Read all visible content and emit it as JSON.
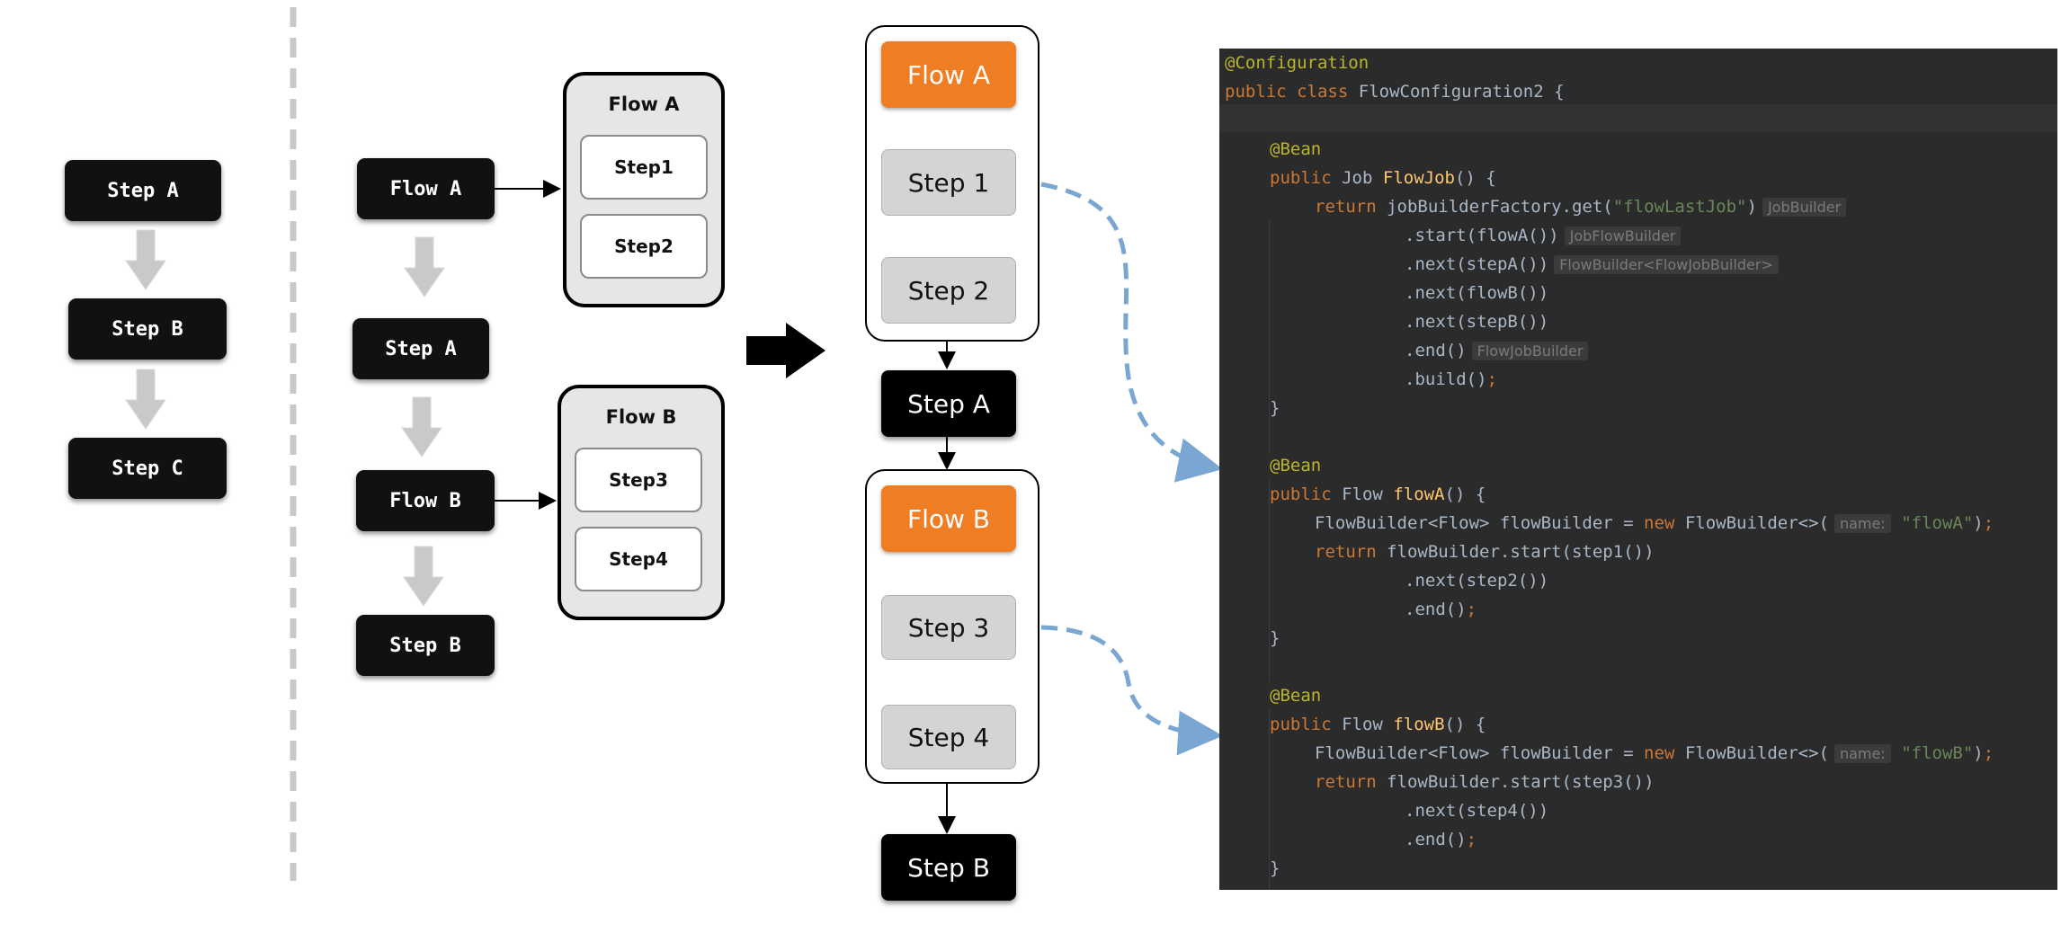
{
  "left": {
    "steps": [
      "Step A",
      "Step B",
      "Step C"
    ]
  },
  "middle": {
    "seq": [
      "Flow A",
      "Step A",
      "Flow B",
      "Step B"
    ],
    "flowA": {
      "title": "Flow A",
      "steps": [
        "Step1",
        "Step2"
      ]
    },
    "flowB": {
      "title": "Flow B",
      "steps": [
        "Step3",
        "Step4"
      ]
    }
  },
  "right": {
    "flowA": {
      "title": "Flow A",
      "steps": [
        "Step 1",
        "Step 2"
      ]
    },
    "stepA": "Step A",
    "flowB": {
      "title": "Flow B",
      "steps": [
        "Step 3",
        "Step 4"
      ]
    },
    "stepB": "Step B"
  },
  "code": {
    "annotation_config": "@Configuration",
    "kw_public": "public",
    "kw_class": "class",
    "class_name": "FlowConfiguration2 {",
    "bean": "@Bean",
    "job_type": "Job",
    "job_fn": "FlowJob",
    "parens_open": "() {",
    "kw_return": "return",
    "factory": "jobBuilderFactory.get(",
    "job_name": "\"flowLastJob\"",
    "close_paren": ")",
    "hint_jobbuilder": "JobBuilder",
    "start_flowA": ".start(flowA())",
    "hint_jobflowbuilder": "JobFlowBuilder",
    "next_stepA": ".next(stepA())",
    "hint_flowbuilder": "FlowBuilder<FlowJobBuilder>",
    "next_flowB": ".next(flowB())",
    "next_stepB": ".next(stepB())",
    "end_call": ".end()",
    "hint_flowjobbuilder": "FlowJobBuilder",
    "build_call": ".build()",
    "semicolon": ";",
    "close_brace": "}",
    "flow_type": "Flow",
    "flowA_fn": "flowA",
    "flowB_fn": "flowB",
    "builder_decl": "FlowBuilder<Flow> flowBuilder = ",
    "kw_new": "new",
    "builder_ctor": "FlowBuilder<>(",
    "hint_name": "name:",
    "flowA_str": "\"flowA\"",
    "flowB_str": "\"flowB\"",
    "ctor_close": ")",
    "start_step1": "flowBuilder.start(step1())",
    "next_step2": ".next(step2())",
    "start_step3": "flowBuilder.start(step3())",
    "next_step4": ".next(step4())",
    "end_semi": ".end()"
  }
}
